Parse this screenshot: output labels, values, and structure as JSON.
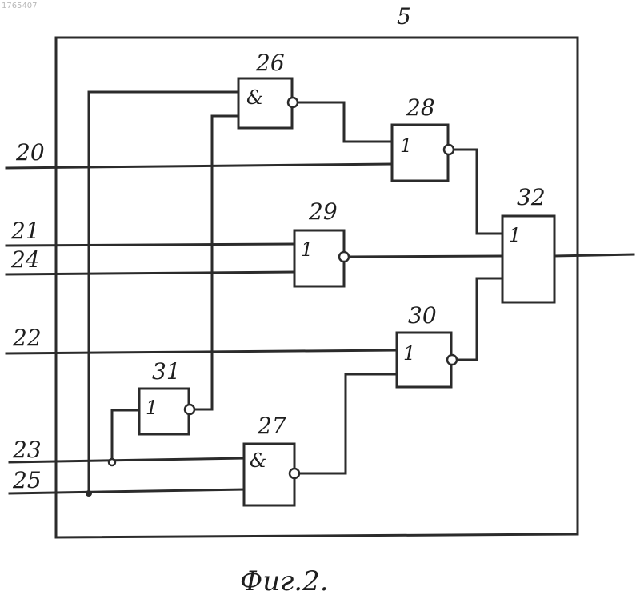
{
  "doc_number": "1765407",
  "caption": "Фиг.2.",
  "labels": {
    "bus": "5",
    "in_20": "20",
    "in_21": "21",
    "in_24": "24",
    "in_22": "22",
    "in_23": "23",
    "in_25": "25"
  },
  "gates": {
    "g26": {
      "number": "26",
      "symbol": "&"
    },
    "g28": {
      "number": "28",
      "symbol": "1"
    },
    "g29": {
      "number": "29",
      "symbol": "1"
    },
    "g32": {
      "number": "32",
      "symbol": "1"
    },
    "g30": {
      "number": "30",
      "symbol": "1"
    },
    "g31": {
      "number": "31",
      "symbol": "1"
    },
    "g27": {
      "number": "27",
      "symbol": "&"
    }
  }
}
